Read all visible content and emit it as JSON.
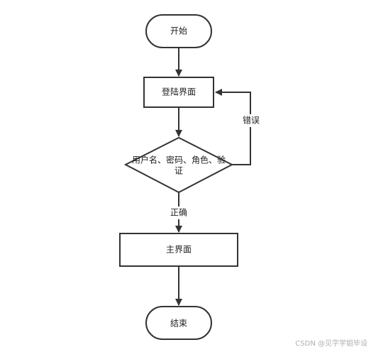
{
  "flowchart": {
    "nodes": {
      "start": "开始",
      "login": "登陆界面",
      "verify_line1": "用户名、密码、角色、验",
      "verify_line2": "证",
      "main": "主界面",
      "end": "结束"
    },
    "edges": {
      "wrong": "错误",
      "correct": "正确"
    }
  },
  "watermark": "CSDN @见字学姐毕设"
}
